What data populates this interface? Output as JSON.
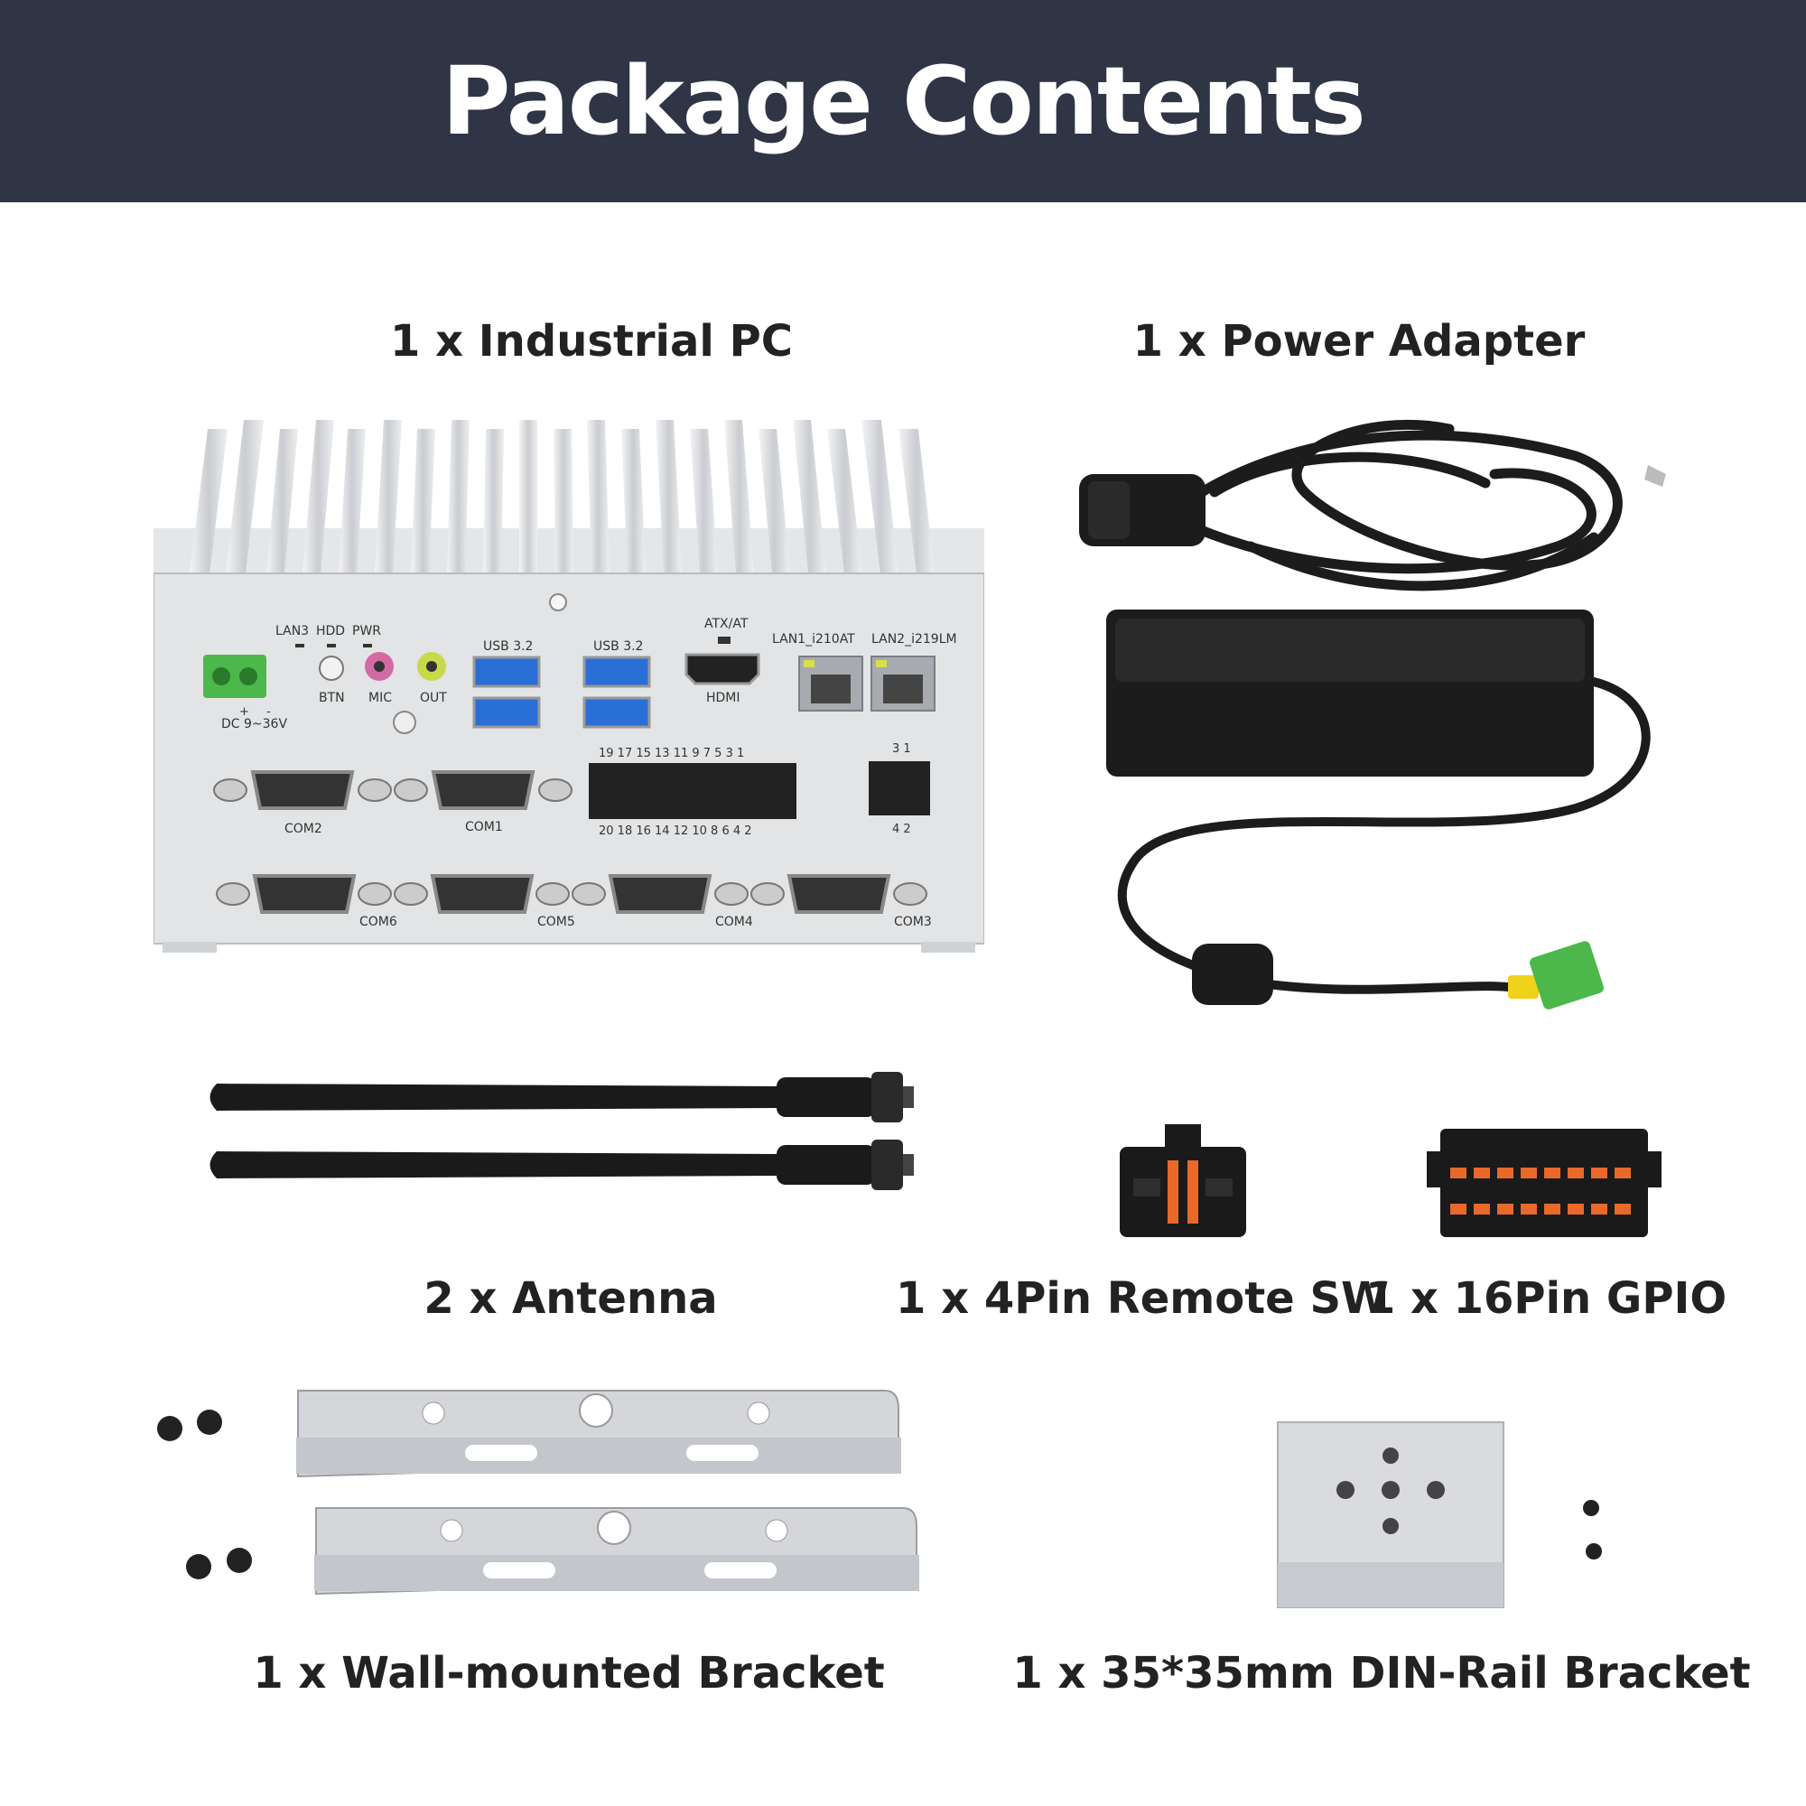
{
  "header": {
    "title": "Package Contents"
  },
  "items": {
    "industrial_pc": "1 x Industrial PC",
    "power_adapter": "1 x Power Adapter",
    "antenna": "2 x Antenna",
    "remote_sw": "1 x 4Pin Remote SW",
    "gpio": "1 x 16Pin GPIO",
    "wall_bracket": "1 x Wall-mounted Bracket",
    "din_bracket": "1 x 35*35mm DIN-Rail Bracket"
  },
  "pc_panel": {
    "led_lan3": "LAN3",
    "led_hdd": "HDD",
    "led_pwr": "PWR",
    "plus": "+",
    "minus": "-",
    "dc": "DC 9~36V",
    "btn": "BTN",
    "mic": "MIC",
    "out": "OUT",
    "usb_a": "USB 3.2",
    "usb_b": "USB 3.2",
    "atx": "ATX/AT",
    "hdmi": "HDMI",
    "lan1": "LAN1_i210AT",
    "lan2": "LAN2_i219LM",
    "com1": "COM1",
    "com2": "COM2",
    "com3": "COM3",
    "com4": "COM4",
    "com5": "COM5",
    "com6": "COM6",
    "gpio_top": "19 17 15 13 11 9 7 5 3 1",
    "gpio_bottom": "20 18 16 14 12 10 8 6 4 2",
    "sw_top": "3 1",
    "sw_bottom": "4 2"
  },
  "colors": {
    "banner": "#2f3545",
    "aluminum": "#d9dbde",
    "black": "#1c1c1c",
    "terminal_green": "#4cb84c",
    "usb_blue": "#2a6fd6",
    "orange": "#e8692a"
  }
}
